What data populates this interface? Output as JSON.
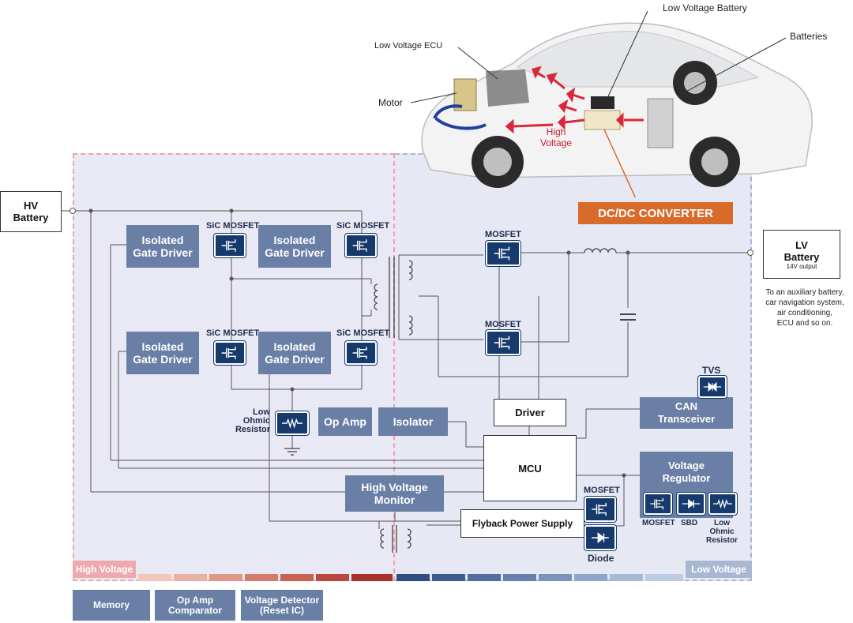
{
  "callouts": {
    "low_voltage_battery": "Low Voltage Battery",
    "batteries": "Batteries",
    "low_voltage_ecu": "Low Voltage ECU",
    "motor": "Motor",
    "high_voltage": "High\nVoltage"
  },
  "dcdc_label": "DC/DC CONVERTER",
  "hv_battery": "HV\nBattery",
  "lv_battery": {
    "title": "LV\nBattery",
    "sub": "14V output",
    "note": "To an auxiliary battery,\ncar navigation system,\nair conditioning,\nECU and so on."
  },
  "blocks": {
    "igd": "Isolated\nGate Driver",
    "op_amp": "Op Amp",
    "isolator": "Isolator",
    "hv_monitor": "High Voltage\nMonitor",
    "can": "CAN\nTransceiver",
    "vreg": "Voltage\nRegulator",
    "driver": "Driver",
    "mcu": "MCU",
    "flyback": "Flyback Power Supply"
  },
  "labels": {
    "sic_mosfet": "SiC MOSFET",
    "mosfet": "MOSFET",
    "tvs": "TVS",
    "low_ohmic": "Low\nOhmic\nResistor",
    "diode": "Diode",
    "sbd": "SBD"
  },
  "zones": {
    "hv": "High Voltage",
    "lv": "Low Voltage"
  },
  "legend": [
    "Memory",
    "Op Amp\nComparator",
    "Voltage Detector\n(Reset IC)"
  ],
  "colors": {
    "block": "#6a7fa6",
    "icon": "#163a6b",
    "dcdc": "#d86a2a",
    "arrow": "#d8283a"
  }
}
